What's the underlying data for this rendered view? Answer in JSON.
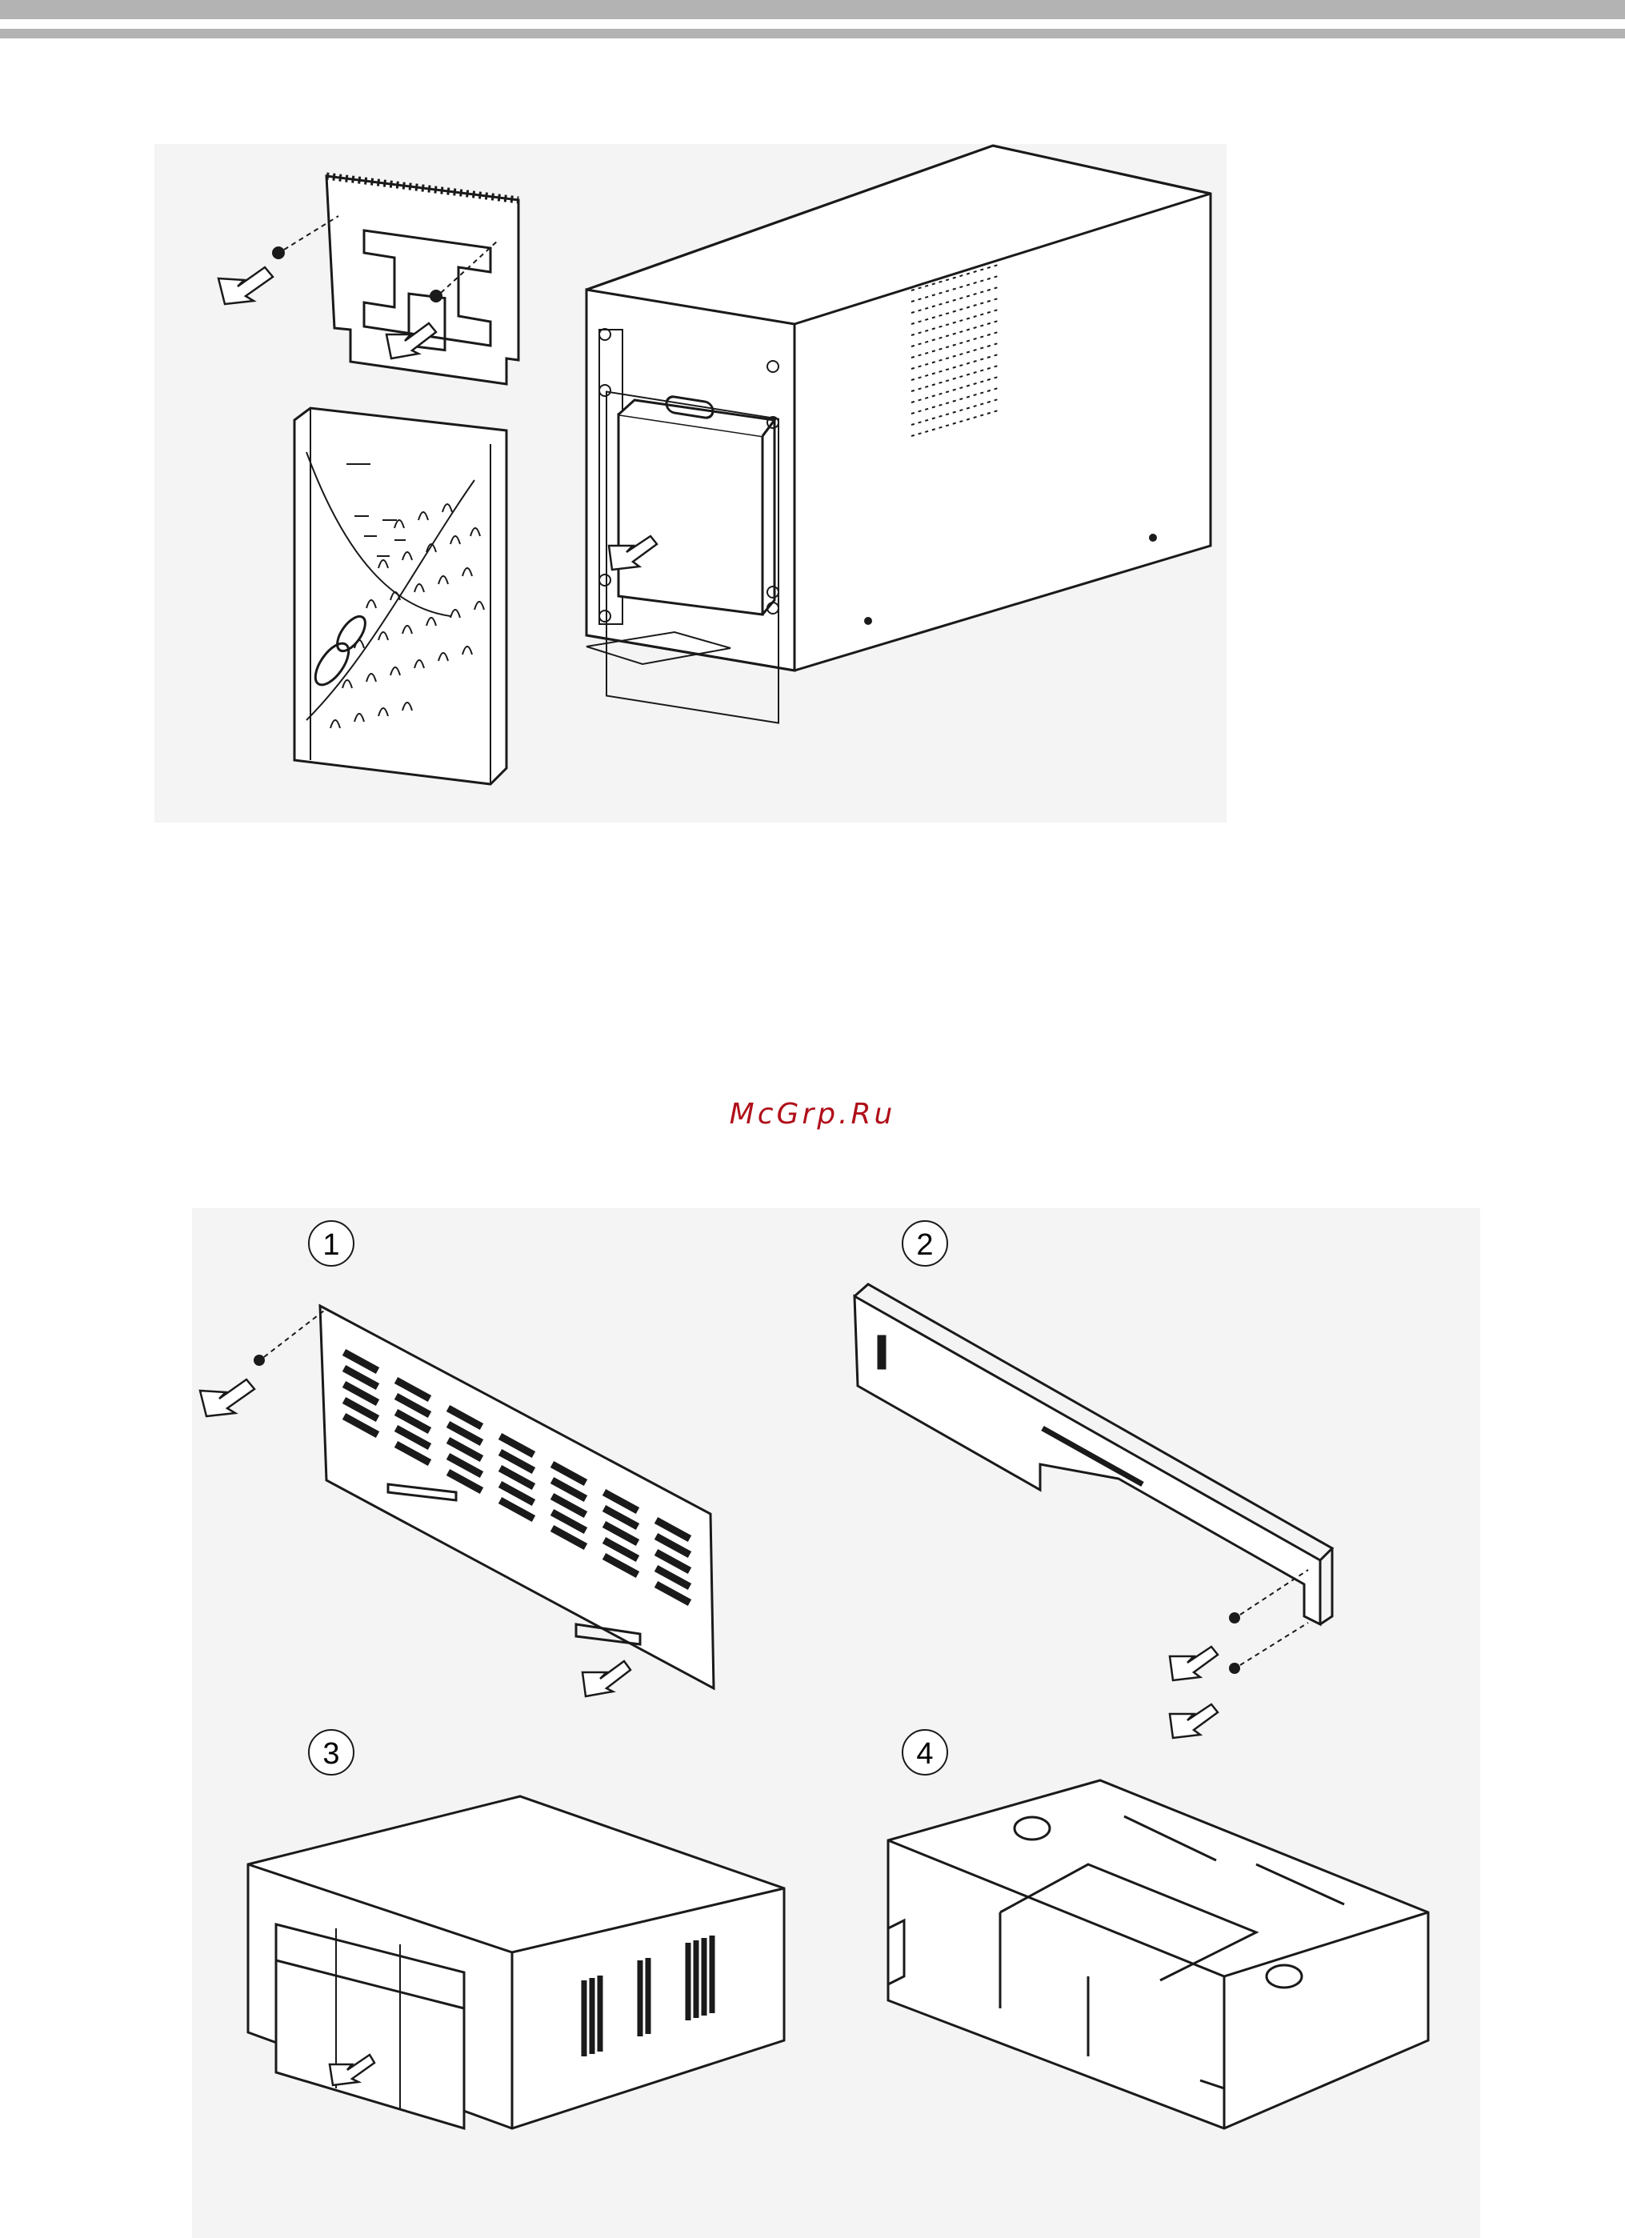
{
  "page": {
    "watermark": "McGrp.Ru"
  },
  "steps": [
    {
      "number": "1"
    },
    {
      "number": "2"
    },
    {
      "number": "3"
    },
    {
      "number": "4"
    }
  ],
  "colors": {
    "rule": "#b3b3b3",
    "figure_bg": "#f4f4f4",
    "ink": "#1a1a1a",
    "watermark": "#b0101a"
  },
  "icons": [
    "removal-arrow-icon",
    "screw-icon"
  ]
}
